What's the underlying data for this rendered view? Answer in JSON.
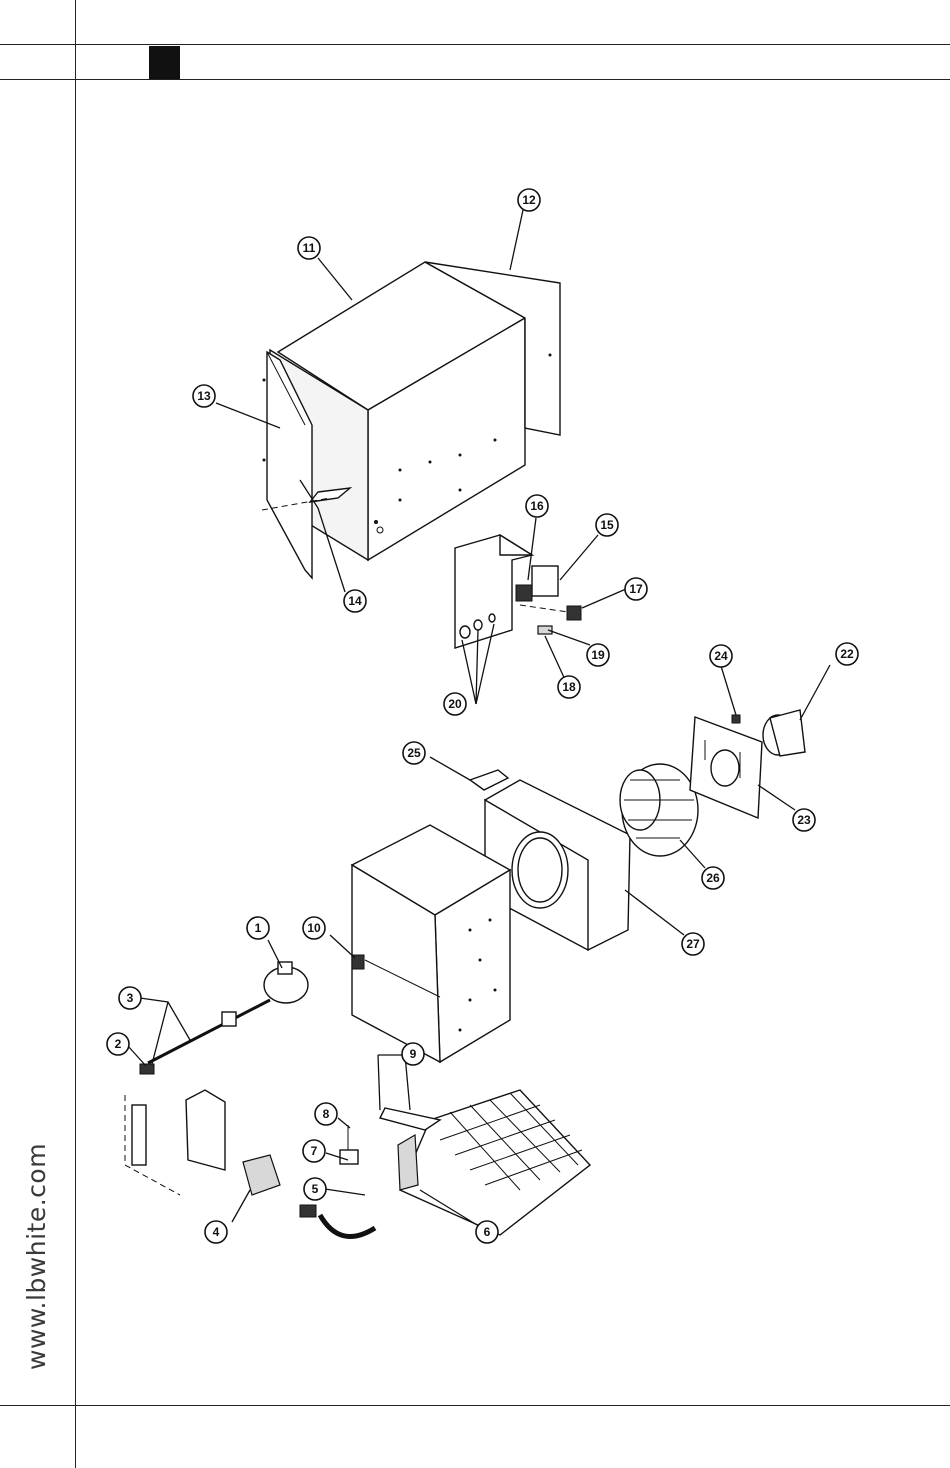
{
  "sidebar": {
    "url": "www.lbwhite.com"
  },
  "callouts": [
    {
      "id": "c1",
      "label": "1"
    },
    {
      "id": "c2",
      "label": "2"
    },
    {
      "id": "c3",
      "label": "3"
    },
    {
      "id": "c4",
      "label": "4"
    },
    {
      "id": "c5",
      "label": "5"
    },
    {
      "id": "c6",
      "label": "6"
    },
    {
      "id": "c7",
      "label": "7"
    },
    {
      "id": "c8",
      "label": "8"
    },
    {
      "id": "c9",
      "label": "9"
    },
    {
      "id": "c10",
      "label": "10"
    },
    {
      "id": "c11",
      "label": "11"
    },
    {
      "id": "c12",
      "label": "12"
    },
    {
      "id": "c13",
      "label": "13"
    },
    {
      "id": "c14",
      "label": "14"
    },
    {
      "id": "c15",
      "label": "15"
    },
    {
      "id": "c16",
      "label": "16"
    },
    {
      "id": "c17",
      "label": "17"
    },
    {
      "id": "c18",
      "label": "18"
    },
    {
      "id": "c19",
      "label": "19"
    },
    {
      "id": "c20",
      "label": "20"
    },
    {
      "id": "c22",
      "label": "22"
    },
    {
      "id": "c23",
      "label": "23"
    },
    {
      "id": "c24",
      "label": "24"
    },
    {
      "id": "c25",
      "label": "25"
    },
    {
      "id": "c26",
      "label": "26"
    },
    {
      "id": "c27",
      "label": "27"
    }
  ]
}
